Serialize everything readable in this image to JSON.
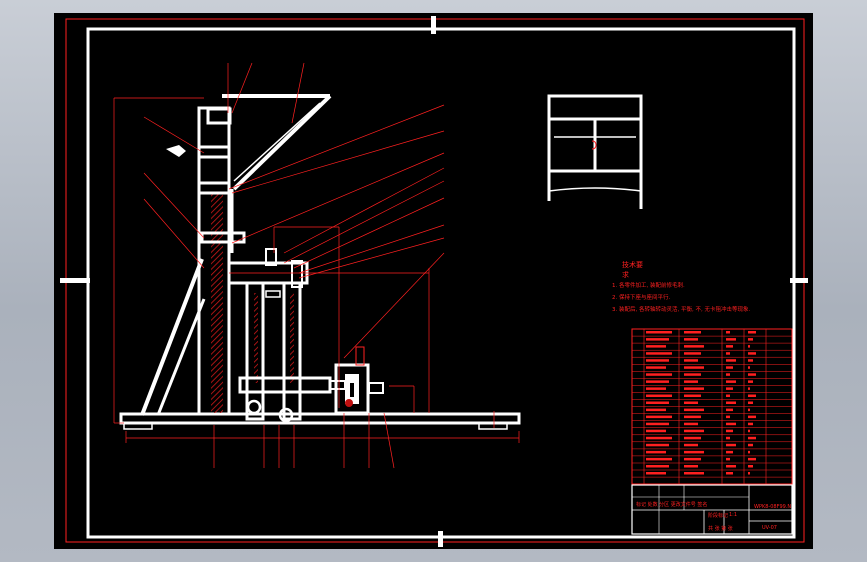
{
  "notes": {
    "heading": "技术要",
    "subheading": "求",
    "lines": [
      "1. 各零件加工, 装配前修毛刺.",
      "2. 保持下座与座间平行.",
      "3. 装配后, 各转轴转动灵活, 平衡, 不, 无卡阻冲击等现象."
    ]
  },
  "title_block": {
    "drawing_name": "WPK8-08F99.N",
    "drawing_number": "UV-07",
    "scale_label": "1:1",
    "label_design": "标记 处数 分区 更改文件号 签名",
    "label_stage": "阶段标记",
    "label_sheet": "共 张 第 张"
  },
  "colors": {
    "frame": "#ffffff",
    "annotation": "#ff2020",
    "background": "#000000",
    "hatch": "#c01010"
  }
}
